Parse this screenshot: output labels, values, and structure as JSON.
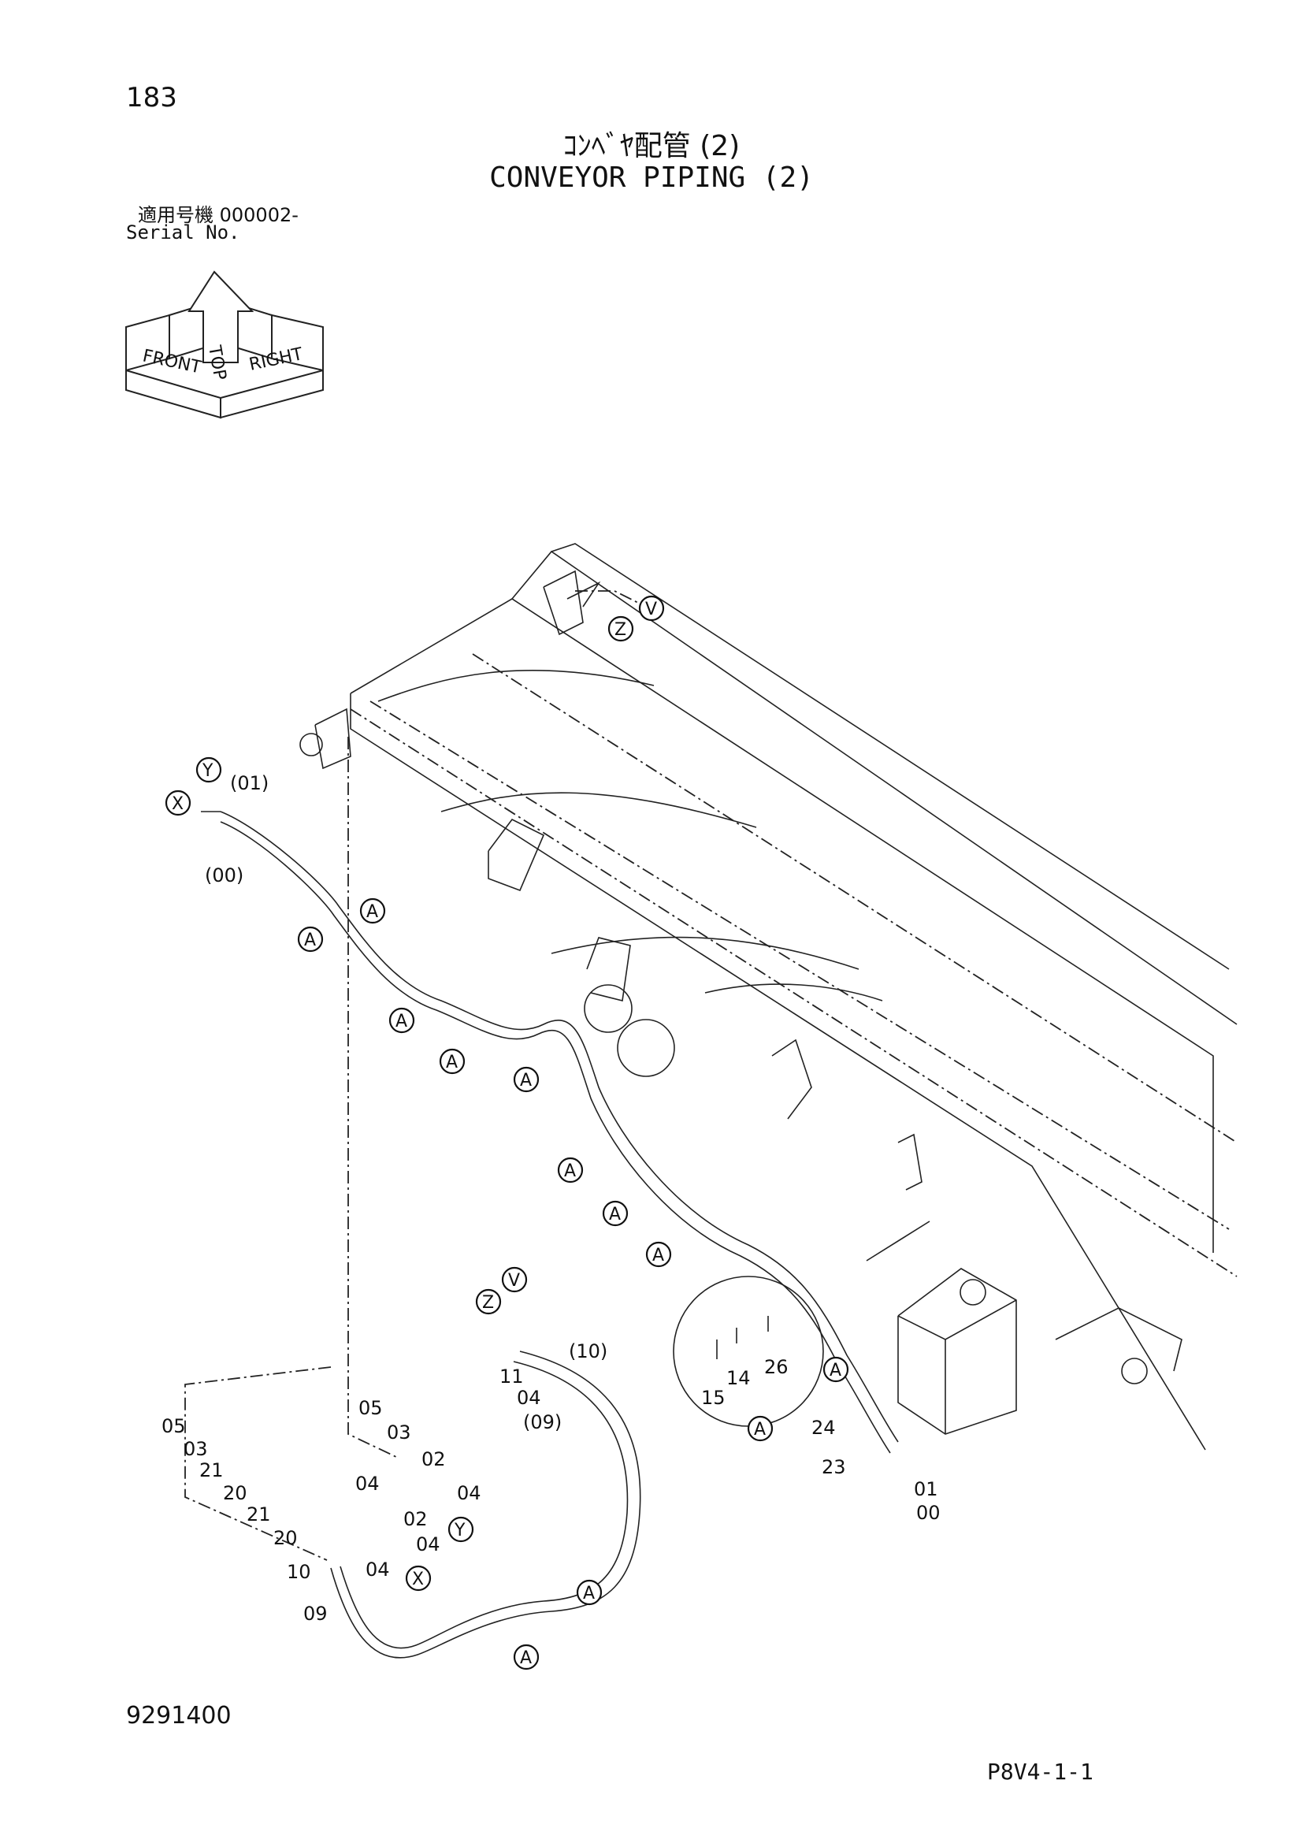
{
  "page_number": "183",
  "title_jp": "ｺﾝﾍﾞﾔ配管 (2)",
  "title_en": "CONVEYOR PIPING (2)",
  "serial_jp": "適用号機 000002-",
  "serial_en": "Serial No.",
  "orientation": {
    "front": "FRONT",
    "top": "TOP",
    "right": "RIGHT"
  },
  "doc_number": "9291400",
  "page_code": "P8V4-1-1",
  "markers": {
    "A": "A",
    "V": "V",
    "X": "X",
    "Y": "Y",
    "Z": "Z"
  },
  "callouts": {
    "p01_paren": "(01)",
    "p00_paren": "(00)",
    "p10_paren": "(10)",
    "p09_paren": "(09)",
    "c05": "05",
    "c03": "03",
    "c21": "21",
    "c20": "20",
    "c02": "02",
    "c04": "04",
    "c10": "10",
    "c09": "09",
    "c11": "11",
    "c14": "14",
    "c15": "15",
    "c26": "26",
    "c24": "24",
    "c23": "23",
    "c01": "01",
    "c00": "00"
  },
  "colors": {
    "ink": "#111111",
    "paper": "#ffffff"
  }
}
